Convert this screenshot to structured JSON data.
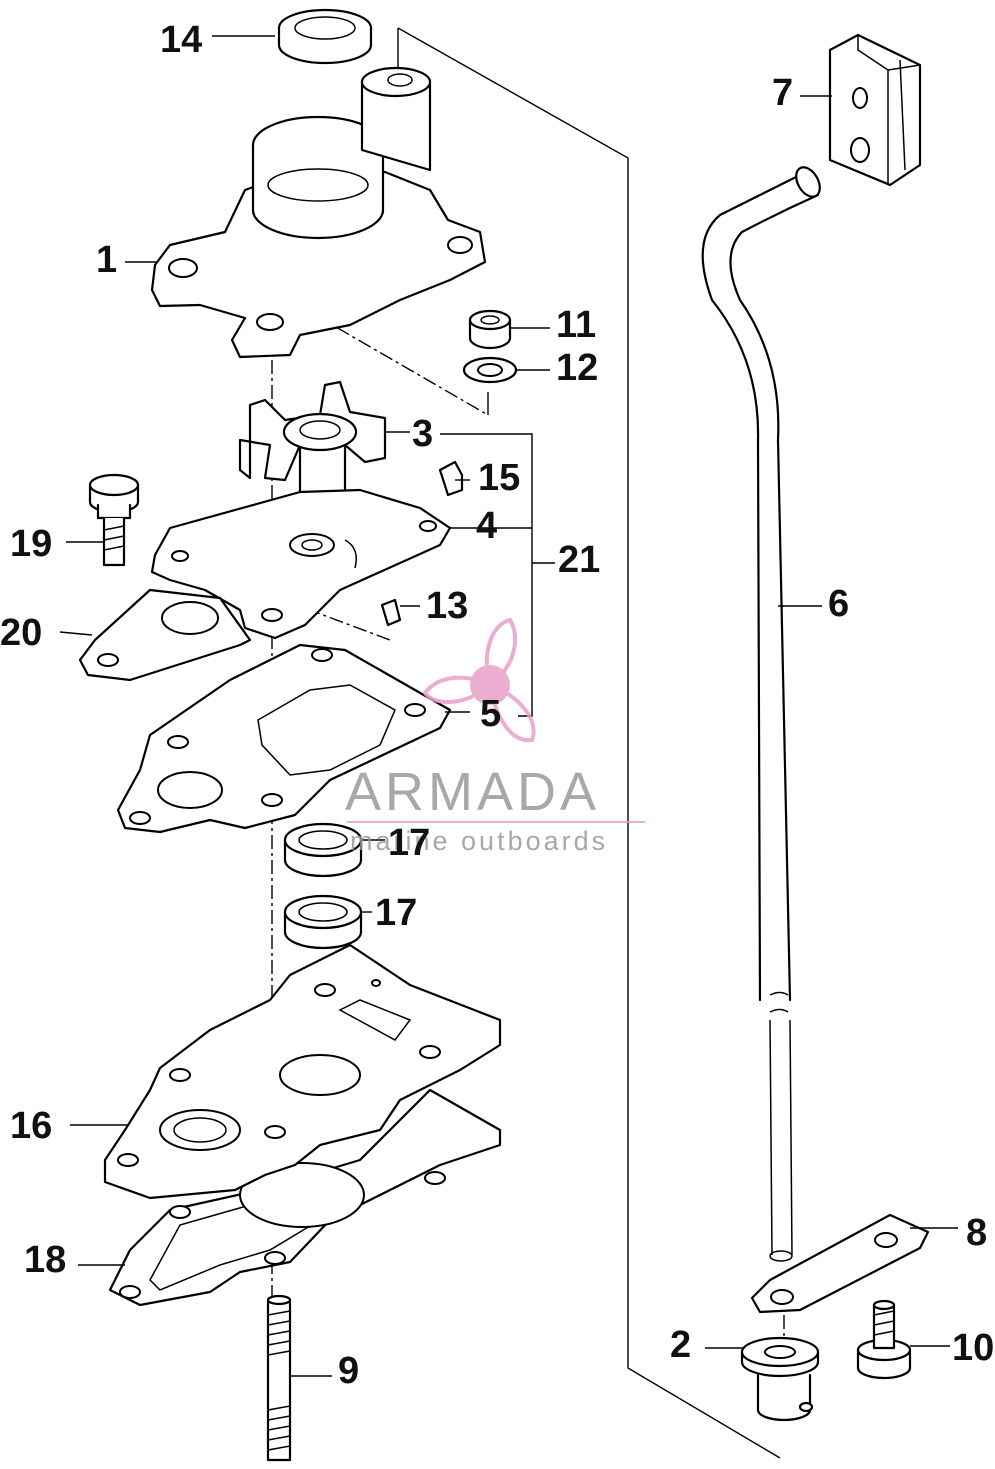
{
  "callouts": [
    "14",
    "1",
    "11",
    "12",
    "3",
    "15",
    "4",
    "21",
    "19",
    "13",
    "20",
    "5",
    "17",
    "17",
    "16",
    "18",
    "9",
    "7",
    "6",
    "8",
    "2",
    "10"
  ],
  "watermark": {
    "name": "ARMADA",
    "tagline": "marine outboards",
    "icon": "propeller-icon",
    "color": "#e8a0c8"
  }
}
